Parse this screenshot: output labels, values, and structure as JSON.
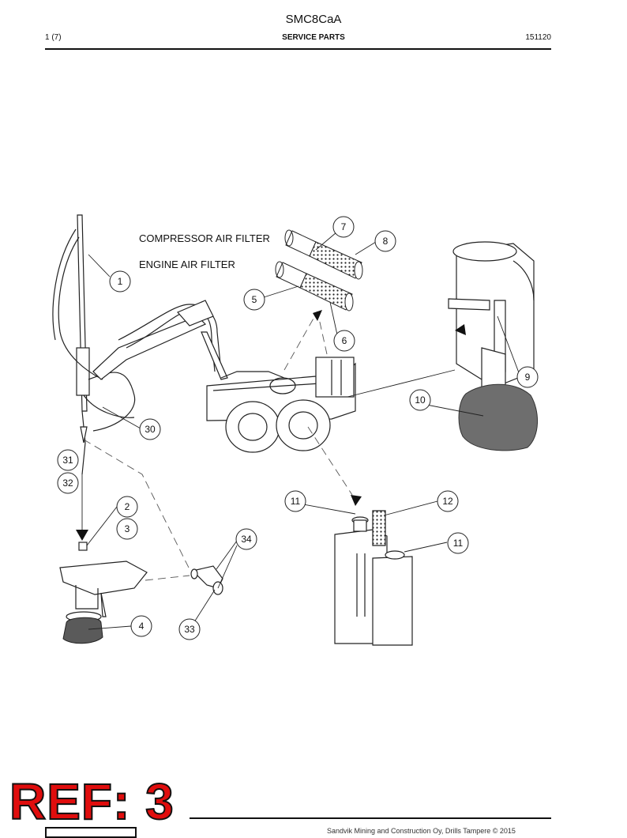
{
  "header": {
    "title": "SMC8CaA",
    "page": "1 (7)",
    "section": "SERVICE PARTS",
    "date": "151120"
  },
  "labels": {
    "compressor_filter": "COMPRESSOR AIR FILTER",
    "engine_filter": "ENGINE AIR FILTER"
  },
  "callouts": [
    "1",
    "2",
    "3",
    "4",
    "5",
    "6",
    "7",
    "8",
    "9",
    "10",
    "11",
    "11",
    "12",
    "30",
    "31",
    "32",
    "33",
    "34"
  ],
  "stamp": "REF: 3",
  "footer": {
    "copyright": "Sandvik Mining and Construction Oy, Drills Tampere © 2015"
  },
  "colors": {
    "stamp_red": "#e00d0d",
    "ink": "#111111",
    "dust_bag": "#6e6e6e"
  }
}
